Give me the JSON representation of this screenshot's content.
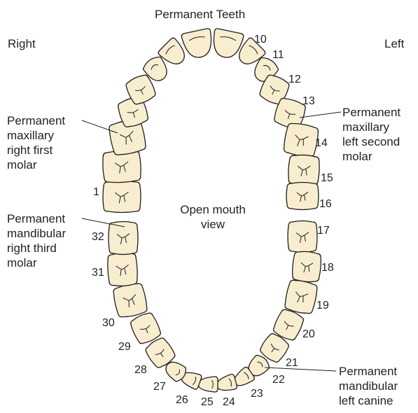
{
  "title": "Permanent Teeth",
  "side_right": "Right",
  "side_left": "Left",
  "center_label": [
    "Open mouth",
    "view"
  ],
  "callouts": {
    "max_right_first_molar": [
      "Permanent",
      "maxillary",
      "right first",
      "molar"
    ],
    "max_left_second_molar": [
      "Permanent",
      "maxillary",
      "left second",
      "molar"
    ],
    "mand_right_third_molar": [
      "Permanent",
      "mandibular",
      "right third",
      "molar"
    ],
    "mand_left_canine": [
      "Permanent",
      "mandibular",
      "left canine"
    ]
  },
  "tooth_numbers": {
    "t1": "1",
    "t10": "10",
    "t11": "11",
    "t12": "12",
    "t13": "13",
    "t14": "14",
    "t15": "15",
    "t16": "16",
    "t17": "17",
    "t18": "18",
    "t19": "19",
    "t20": "20",
    "t21": "21",
    "t22": "22",
    "t23": "23",
    "t24": "24",
    "t25": "25",
    "t26": "26",
    "t27": "27",
    "t28": "28",
    "t29": "29",
    "t30": "30",
    "t31": "31",
    "t32": "32"
  },
  "colors": {
    "tooth_fill": "#f8edcf",
    "outline": "#1e1e1e"
  }
}
